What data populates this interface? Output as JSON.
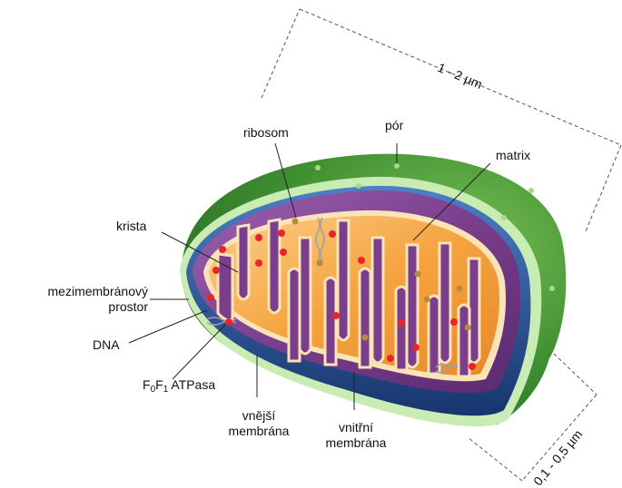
{
  "labels": {
    "ribosom": "ribosom",
    "por": "pór",
    "matrix": "matrix",
    "krista": "krista",
    "mezimembranovy_1": "mezimembránový",
    "mezimembranovy_2": "prostor",
    "dna": "DNA",
    "atpasa_f": "F",
    "atpasa_sub0": "0",
    "atpasa_f2": "F",
    "atpasa_sub1": "1",
    "atpasa_rest": " ATPasa",
    "vnejsi_1": "vnější",
    "vnejsi_2": "membrána",
    "vnitrni_1": "vnitřní",
    "vnitrni_2": "membrána"
  },
  "dimensions": {
    "length": "1 - 2 µm",
    "width": "0,1 - 0,5 µm"
  },
  "colors": {
    "outer_membrane": "#3f8f32",
    "outer_membrane_light": "#6fb84a",
    "membrane_rim": "#c9ecb4",
    "intermembrane_space": "#7a3e8c",
    "inner_blue": "#2d5a9e",
    "matrix": "#f5a340",
    "matrix_light": "#fcd08a",
    "ribosome": "#e8262a",
    "granule": "#b88a3a"
  }
}
